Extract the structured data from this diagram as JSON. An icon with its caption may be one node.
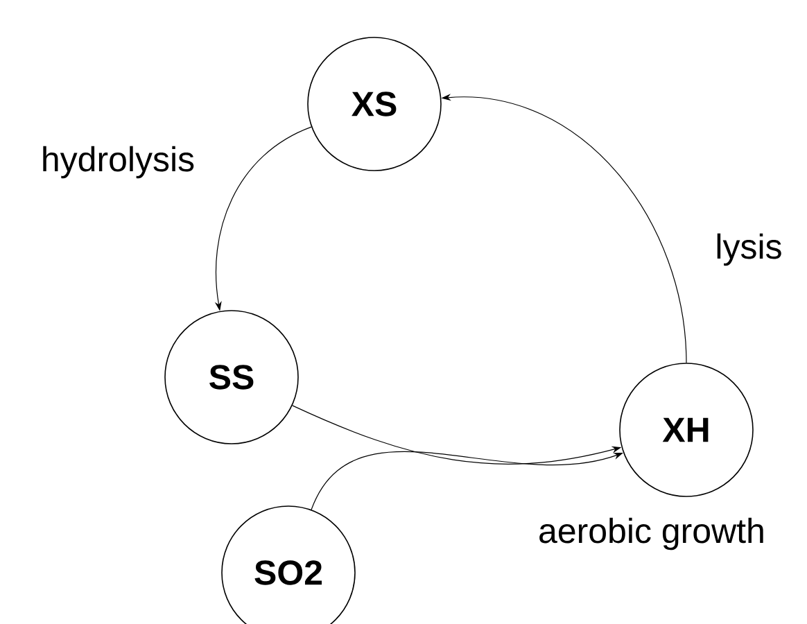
{
  "diagram": {
    "nodes": [
      {
        "text": [
          "XS"
        ]
      },
      {
        "text": [
          "SS"
        ]
      },
      {
        "text": [
          "XH"
        ]
      },
      {
        "text": [
          "SO2"
        ]
      }
    ],
    "edges": [
      {
        "from": 0,
        "to": 1,
        "arrow": "to",
        "label": "hydrolysis"
      },
      {
        "from": 1,
        "to": 2,
        "arrow": "to",
        "label": "aerobic growth"
      },
      {
        "from": 3,
        "to": 2,
        "arrow": "to"
      },
      {
        "from": 2,
        "to": 0,
        "arrow": "to",
        "label": "lysis"
      }
    ]
  }
}
